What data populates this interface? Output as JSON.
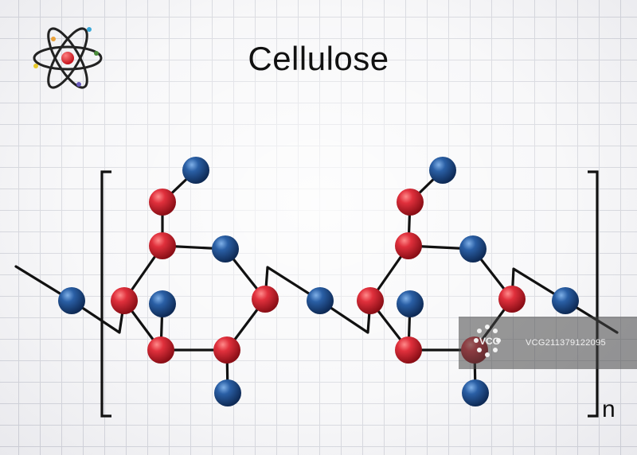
{
  "title": "Cellulose",
  "repeat_subscript": "n",
  "watermark": {
    "brand": "VCG",
    "code": "VCG211379122095"
  },
  "icon": "atom-icon",
  "colors": {
    "oxygen": "#d42a36",
    "carbon_like_blue": "#1f4f8c",
    "bond": "#111111"
  }
}
